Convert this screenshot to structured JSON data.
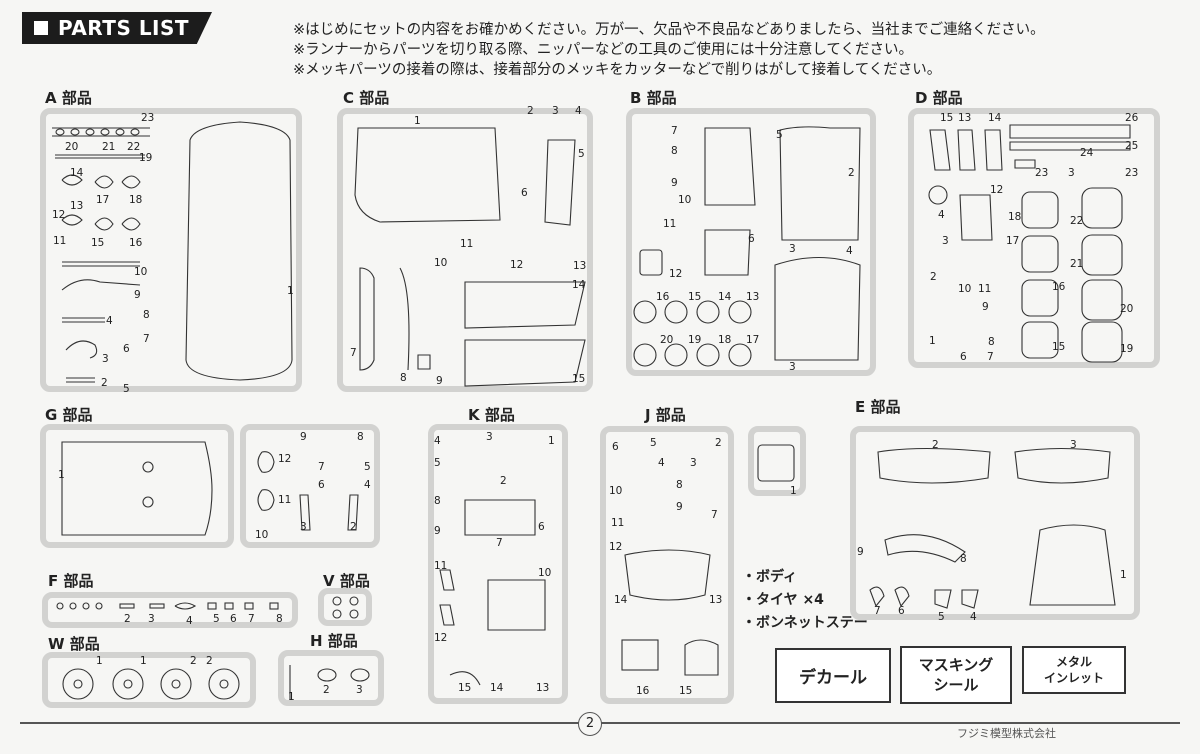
{
  "header": {
    "title": "PARTS LIST"
  },
  "notes": [
    "※はじめにセットの内容をお確かめください。万が一、欠品や不良品などありましたら、当社までご連絡ください。",
    "※ランナーからパーツを切り取る際、ニッパーなどの工具のご使用には十分注意してください。",
    "※メッキパーツの接着の際は、接着部分のメッキをカッターなどで削りはがして接着してください。"
  ],
  "sections": {
    "a": "A 部品",
    "c": "C 部品",
    "b": "B 部品",
    "d": "D 部品",
    "g": "G 部品",
    "k": "K 部品",
    "j": "J 部品",
    "e": "E 部品",
    "f": "F 部品",
    "v": "V 部品",
    "w": "W 部品",
    "h": "H 部品"
  },
  "extras": [
    "・ボディ",
    "・タイヤ ×4",
    "・ボンネットステー"
  ],
  "boxes": {
    "decal": "デカール",
    "mask_line1": "マスキング",
    "mask_line2": "シール",
    "metal_line1": "メタル",
    "metal_line2": "インレット"
  },
  "page_number": "2",
  "footer": "フジミ模型株式会社"
}
